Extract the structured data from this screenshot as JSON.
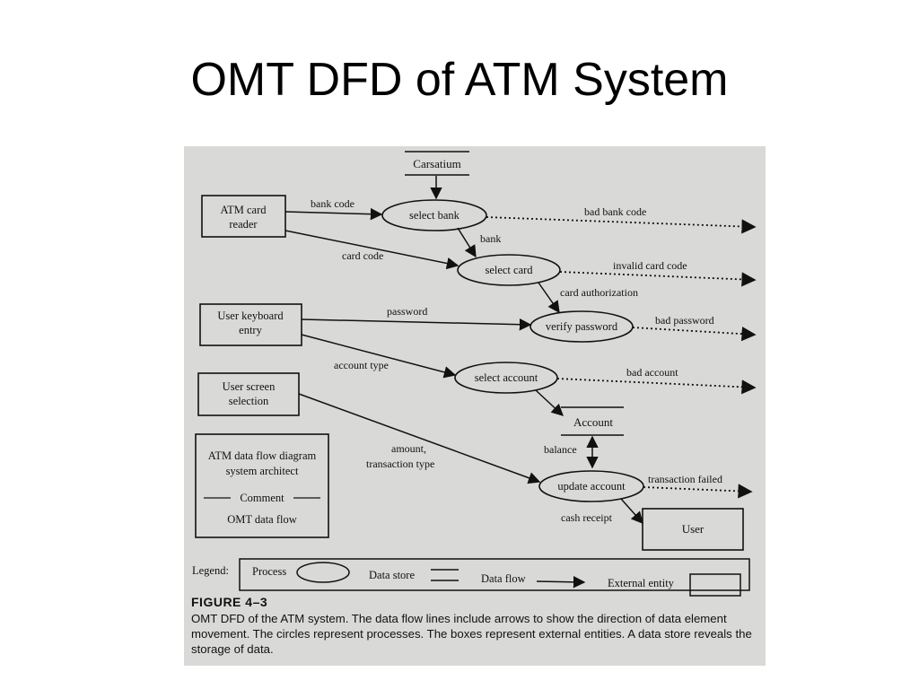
{
  "slide": {
    "title": "OMT DFD of ATM System"
  },
  "diagram": {
    "processes": {
      "select_bank": "select bank",
      "select_card": "select card",
      "verify_password": "verify password",
      "select_account": "select account",
      "update_account": "update account"
    },
    "entities": {
      "card_reader_line1": "ATM card",
      "card_reader_line2": "reader",
      "keyboard_line1": "User keyboard",
      "keyboard_line2": "entry",
      "screen_line1": "User screen",
      "screen_line2": "selection",
      "user": "User"
    },
    "stores": {
      "consortium": "Carsatium",
      "account": "Account"
    },
    "flows": {
      "bank_code": "bank code",
      "card_code": "card code",
      "bank": "bank",
      "bad_bank_code": "bad bank code",
      "invalid_card_code": "invalid card code",
      "card_authorization": "card authorization",
      "password": "password",
      "bad_password": "bad password",
      "account_type": "account type",
      "bad_account": "bad account",
      "balance": "balance",
      "amount": "amount,",
      "transaction_type": "transaction type",
      "transaction_failed": "transaction failed",
      "cash_receipt": "cash receipt"
    },
    "title_box": {
      "line1": "ATM data flow diagram",
      "line2": "system architect",
      "comment": "Comment",
      "footer": "OMT data flow"
    },
    "legend": {
      "label": "Legend:",
      "process": "Process",
      "data_store": "Data store",
      "data_flow": "Data flow",
      "external_entity": "External entity"
    },
    "caption": {
      "label": "FIGURE 4–3",
      "text": "OMT DFD of the ATM system. The data flow lines include arrows to show the direction of data element movement. The circles represent processes. The boxes represent external entities. A data store reveals the storage of data."
    }
  }
}
